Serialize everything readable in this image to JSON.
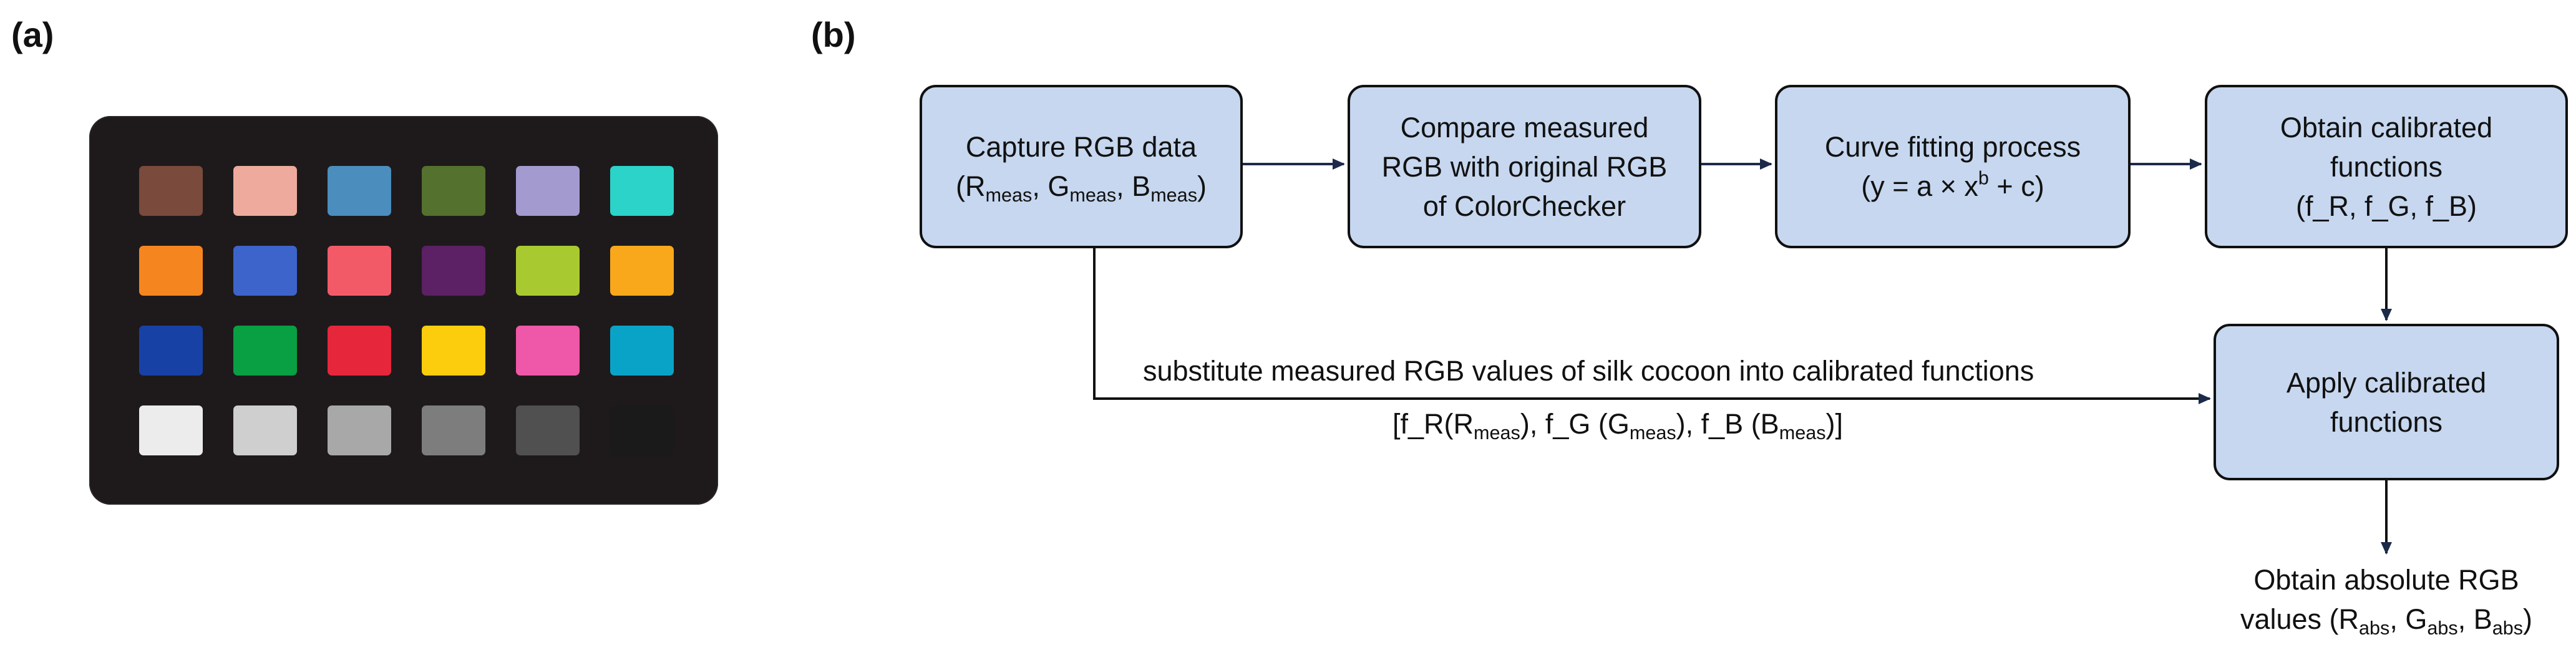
{
  "panel_labels": {
    "a": "(a)",
    "b": "(b)"
  },
  "colorchecker": {
    "rows": [
      [
        "#7a4a3c",
        "#eeaa9c",
        "#4b8dbd",
        "#54712d",
        "#a39ad0",
        "#2bd3c9"
      ],
      [
        "#f5861f",
        "#3d64cb",
        "#f25a68",
        "#5c2064",
        "#a9c930",
        "#f9a81b"
      ],
      [
        "#1841a6",
        "#08a042",
        "#e5263b",
        "#fbcd0c",
        "#ef57a8",
        "#0aa3c8"
      ],
      [
        "#ececec",
        "#cfcfcf",
        "#a8a8a8",
        "#7d7d7d",
        "#505050",
        "#1a1a1a"
      ]
    ]
  },
  "flowchart": {
    "capture": {
      "line1": "Capture RGB data",
      "open": "(",
      "r": "R",
      "r_sub": "meas",
      "sep1": ", ",
      "g": "G",
      "g_sub": "meas",
      "sep2": ", ",
      "b": "B",
      "b_sub": "meas",
      "close": ")"
    },
    "compare": {
      "line1": "Compare measured",
      "line2": "RGB with original RGB",
      "line3": "of ColorChecker"
    },
    "curve": {
      "line1": "Curve fitting process",
      "eq_pre": "(y = a × x",
      "eq_sup": "b",
      "eq_post": " + c)"
    },
    "obtain_functions": {
      "line1": "Obtain calibrated",
      "line2": "functions",
      "line3": "(f_R, f_G, f_B)"
    },
    "apply": {
      "line1": "Apply calibrated",
      "line2": "functions"
    },
    "substitute": {
      "line1": "substitute measured RGB values of silk cocoon into calibrated functions",
      "p1": "[f_R(R",
      "p1_sub": "meas",
      "p2": "), f_G (G",
      "p2_sub": "meas",
      "p3": "), f_B (B",
      "p3_sub": "meas",
      "p4": ")]"
    },
    "absolute": {
      "line1": "Obtain absolute RGB",
      "l2_pre": "values (R",
      "r_sub": "abs",
      "sep1": ", G",
      "g_sub": "abs",
      "sep2": ", B",
      "b_sub": "abs",
      "close": ")"
    },
    "colors": {
      "box_fill": "#c6d7ef",
      "box_border": "#101010",
      "arrow": "#1c2a4a"
    }
  }
}
